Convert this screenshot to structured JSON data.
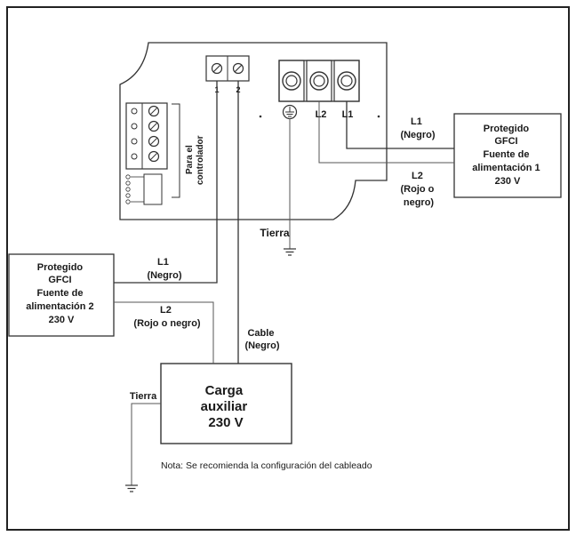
{
  "terminal_labels": {
    "t1": "1",
    "t2": "2",
    "l2": "L2",
    "l1": "L1"
  },
  "controller_label": [
    "Para el",
    "controlador"
  ],
  "supply1": {
    "lines": [
      "Protegido",
      "GFCI",
      "Fuente de",
      "alimentación 1",
      "230 V"
    ]
  },
  "supply2": {
    "lines": [
      "Protegido",
      "GFCI",
      "Fuente de",
      "alimentación 2",
      "230 V"
    ]
  },
  "load": {
    "lines": [
      "Carga",
      "auxiliar",
      "230 V"
    ]
  },
  "wires": {
    "l1_right": [
      "L1",
      "(Negro)"
    ],
    "l2_right": [
      "L2",
      "(Rojo o",
      "negro)"
    ],
    "ground_top": "Tierra",
    "l1_left": [
      "L1",
      "(Negro)"
    ],
    "l2_left": [
      "L2",
      "(Rojo o negro)"
    ],
    "cable": [
      "Cable",
      "(Negro)"
    ],
    "ground_bottom": "Tierra"
  },
  "note": "Nota: Se recomienda la configuración del cableado"
}
